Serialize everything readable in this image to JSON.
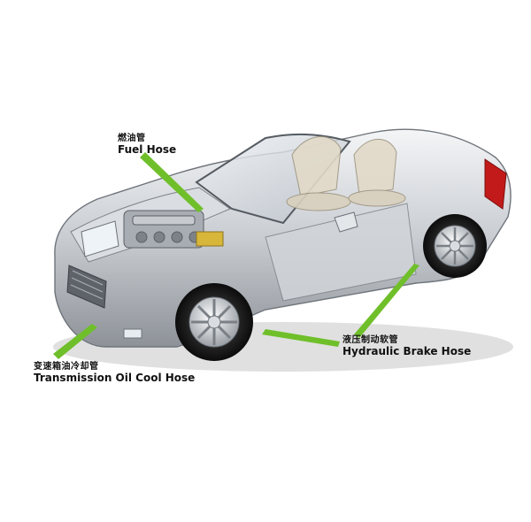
{
  "callouts": {
    "fuel_hose": {
      "zh": "燃油管",
      "en": "Fuel Hose"
    },
    "hydraulic_brake_hose": {
      "zh": "液压制动软管",
      "en": "Hydraulic Brake Hose"
    },
    "transmission_oil_cool_hose": {
      "zh": "变速箱油冷却管",
      "en": "Transmission Oil Cool Hose"
    }
  },
  "colors": {
    "pointer": "#6fbf2a",
    "body_silver": "#c9cdd2",
    "interior_beige": "#e2dac9",
    "tail_light": "#c21a1a"
  }
}
